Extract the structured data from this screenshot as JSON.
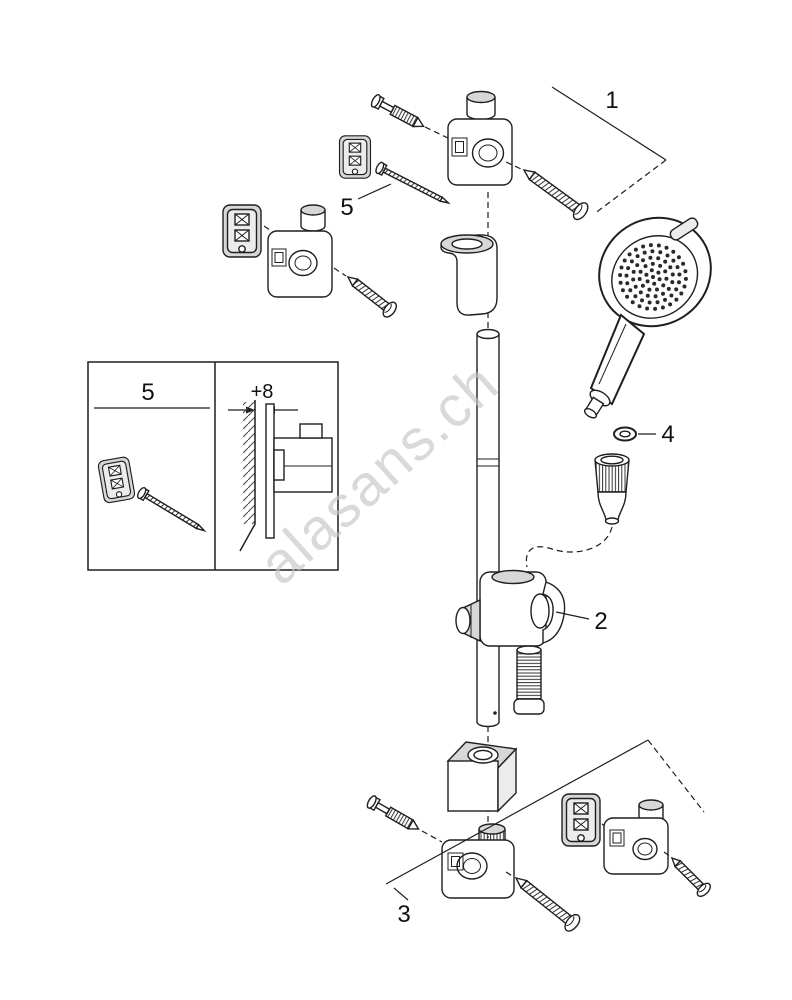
{
  "figure": {
    "watermark": "alasans.ch",
    "callouts": {
      "part1": "1",
      "part2": "2",
      "part3": "3",
      "part4": "4",
      "part5": "5"
    },
    "inset": {
      "label": "5",
      "dimension": "+8"
    },
    "colors": {
      "line": "#1f1f1f",
      "fill_light": "#d7d7d7",
      "fill_lighter": "#ececec",
      "watermark": "#c6c6c6",
      "background": "#ffffff"
    }
  }
}
